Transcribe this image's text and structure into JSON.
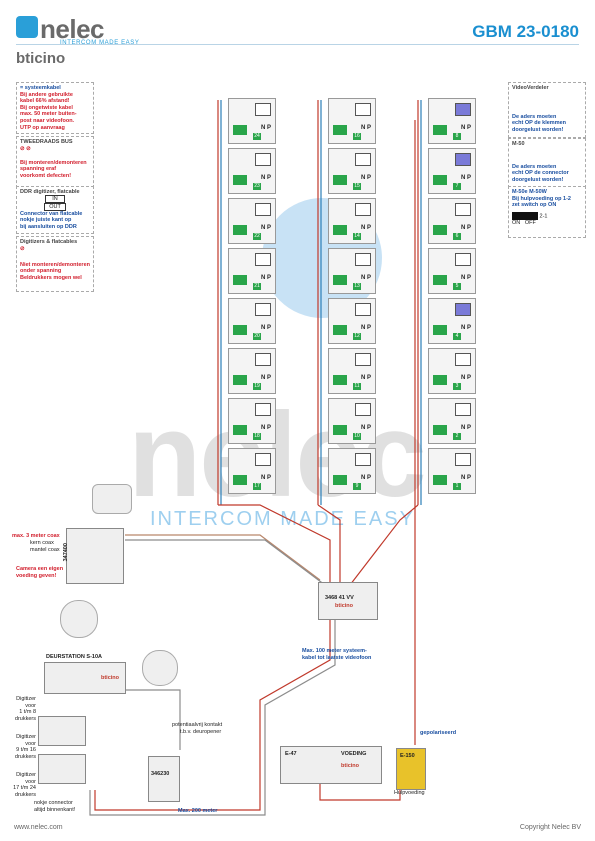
{
  "header": {
    "brand": "nelec",
    "brand_tagline": "INTERCOM MADE EASY",
    "bticino": "bticino",
    "doc_id": "GBM 23-0180"
  },
  "notes": {
    "cable": {
      "title": "= systeemkabel",
      "lines": [
        "Bij andere gebruikte",
        "kabel 66% afstand!",
        "Bij ongetwiste kabel",
        "max. 50 meter buiten-",
        "post naar videofoon.",
        "UTP op aanvraag"
      ]
    },
    "bus": {
      "title": "TWEEDRAADS BUS",
      "lines": [
        "Bij monteren/demonteren",
        "spanning eraf",
        "voorkomt defecten!"
      ]
    },
    "ddr": {
      "title": "DDR digitizer, flatcable",
      "in": "IN",
      "out": "OUT",
      "lines": [
        "Connector van flatcable",
        "nokje juiste kant op",
        "bij aansluiten op DDR"
      ]
    },
    "digitizers": {
      "title": "Digitizers & flatcables",
      "lines": [
        "Niet monteren/demonteren",
        "onder spanning",
        "Beldrukkers mogen wel"
      ]
    }
  },
  "right_notes": {
    "videoverdeler": {
      "title": "VideoVerdeler",
      "lines": [
        "De aders moeten",
        "echt OP de klemmen",
        "doorgelust worden!"
      ]
    },
    "m50": {
      "title": "M-50",
      "lines": [
        "De aders moeten",
        "echt OP de connector",
        "doorgelust worden!"
      ]
    },
    "switch": {
      "title": "M-50e  M-50W",
      "lines": [
        "Bij hulpvoeding op 1-2",
        "zet switch op ON"
      ],
      "on": "ON",
      "off": "OFF",
      "pins": "2-1"
    }
  },
  "columns": [
    {
      "numbers": [
        "24",
        "23",
        "22",
        "21",
        "20",
        "19",
        "18",
        "17"
      ],
      "purple": []
    },
    {
      "numbers": [
        "16",
        "15",
        "14",
        "13",
        "12",
        "11",
        "10",
        "9"
      ],
      "purple": []
    },
    {
      "numbers": [
        "8",
        "7",
        "6",
        "5",
        "4",
        "3",
        "2",
        "1"
      ],
      "purple": [
        0,
        1,
        4
      ]
    }
  ],
  "np": {
    "n": "N",
    "p": "P"
  },
  "camera": {
    "label": "347400",
    "note1": "max. 3 meter coax",
    "note1b": "kern coax",
    "note1c": "mantel coax",
    "note2": "Camera een eigen",
    "note2b": "voeding geven!"
  },
  "distributor": {
    "label": "3468 41  VV",
    "brand": "bticino"
  },
  "distance_note": [
    "Max. 100 meter systeem-",
    "kabel tot laatste videofoon"
  ],
  "door_station": {
    "title": "DEURSTATION S-10A",
    "brand": "bticino",
    "digitizers": [
      [
        "Digitizer",
        "voor",
        "1 t/m 8",
        "drukkers"
      ],
      [
        "Digitizer",
        "voor",
        "9 t/m 16",
        "drukkers"
      ],
      [
        "Digitizer",
        "voor",
        "17 t/m 24",
        "drukkers"
      ]
    ],
    "connector_note": [
      "nokje connector",
      "altijd binnenkant!"
    ]
  },
  "relay": {
    "label": "346230",
    "note": [
      "potentiaalvrij kontakt",
      "t.b.v. deuropener"
    ]
  },
  "power": {
    "label": "E-47",
    "voeding": "VOEDING",
    "brand": "bticino"
  },
  "aux_power": {
    "label": "E-150",
    "caption": "Hulpvoeding",
    "note": "gepolariseerd"
  },
  "max_distance": "Max. 200 meter",
  "watermark": {
    "text": "nelec",
    "sub": "INTERCOM MADE EASY"
  },
  "footer": {
    "left": "www.nelec.com",
    "right": "Copyright Nelec BV"
  }
}
